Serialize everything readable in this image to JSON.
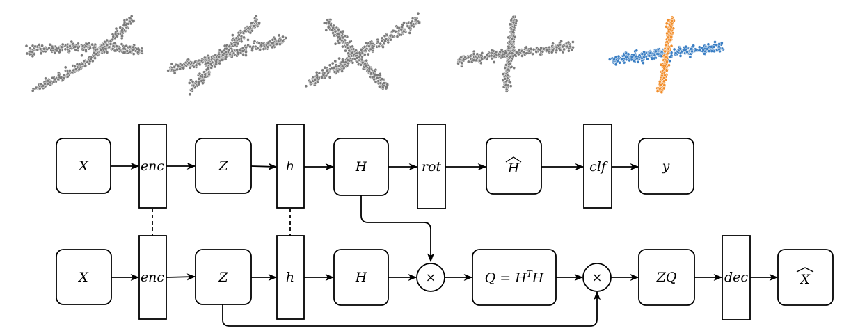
{
  "colors": {
    "stroke": "#000000",
    "point_gray": "#7a7a7a",
    "point_orange": "#f28e2b",
    "point_blue": "#3b7fc4"
  },
  "scatter_panels": [
    {
      "shape": "two-curving-branches",
      "color": "point_gray"
    },
    {
      "shape": "two-crossing-lines",
      "color": "point_gray"
    },
    {
      "shape": "x-cross",
      "color": "point_gray"
    },
    {
      "shape": "plus-cross",
      "color": "point_gray"
    },
    {
      "shape": "plus-cross-clustered",
      "colors": [
        "point_blue",
        "point_orange"
      ]
    }
  ],
  "top_row": {
    "x": "X",
    "enc": "enc",
    "z": "Z",
    "h": "h",
    "H": "H",
    "rot": "rot",
    "H_hat": "H",
    "clf": "clf",
    "y": "y"
  },
  "bottom_row": {
    "x": "X",
    "enc": "enc",
    "z": "Z",
    "h": "h",
    "H": "H",
    "mult1": "×",
    "q_prefix": "Q = H",
    "q_sup": "T",
    "q_suffix": "H",
    "mult2": "×",
    "zq": "ZQ",
    "dec": "dec",
    "x_hat": "X"
  }
}
